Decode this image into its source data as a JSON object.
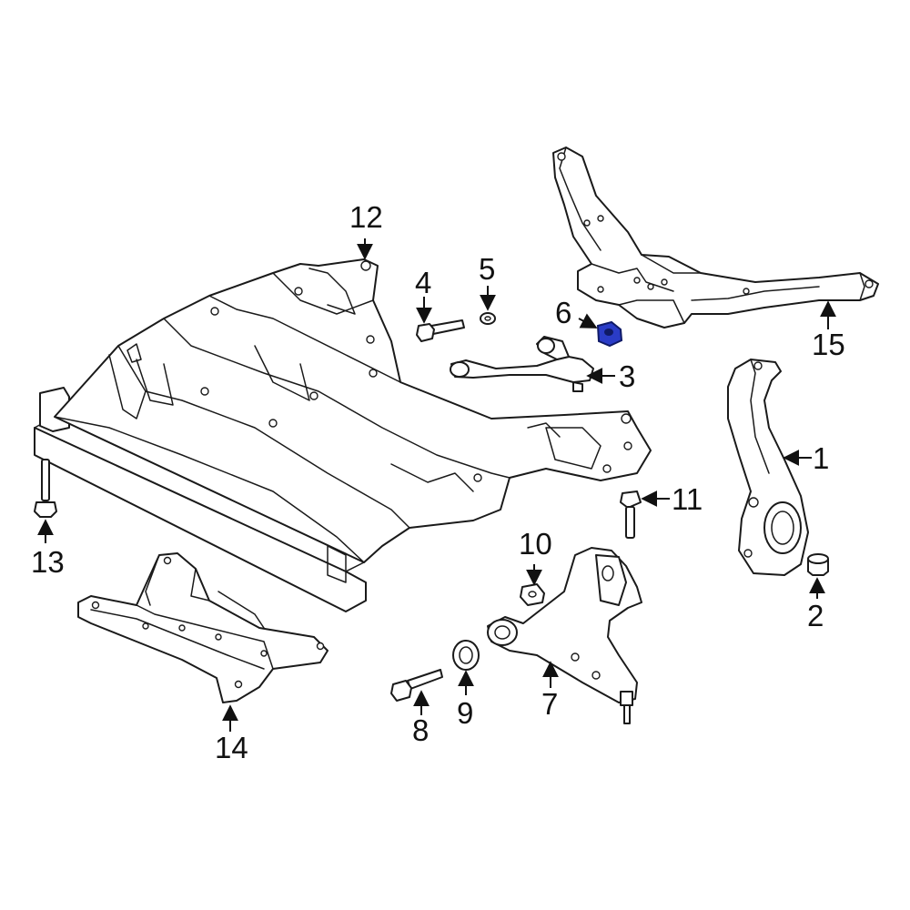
{
  "diagram": {
    "highlight_color": "#2a3cc7",
    "callouts": [
      {
        "id": "1",
        "label": "1"
      },
      {
        "id": "2",
        "label": "2"
      },
      {
        "id": "3",
        "label": "3"
      },
      {
        "id": "4",
        "label": "4"
      },
      {
        "id": "5",
        "label": "5"
      },
      {
        "id": "6",
        "label": "6"
      },
      {
        "id": "7",
        "label": "7"
      },
      {
        "id": "8",
        "label": "8"
      },
      {
        "id": "9",
        "label": "9"
      },
      {
        "id": "10",
        "label": "10"
      },
      {
        "id": "11",
        "label": "11"
      },
      {
        "id": "12",
        "label": "12"
      },
      {
        "id": "13",
        "label": "13"
      },
      {
        "id": "14",
        "label": "14"
      },
      {
        "id": "15",
        "label": "15"
      }
    ]
  }
}
